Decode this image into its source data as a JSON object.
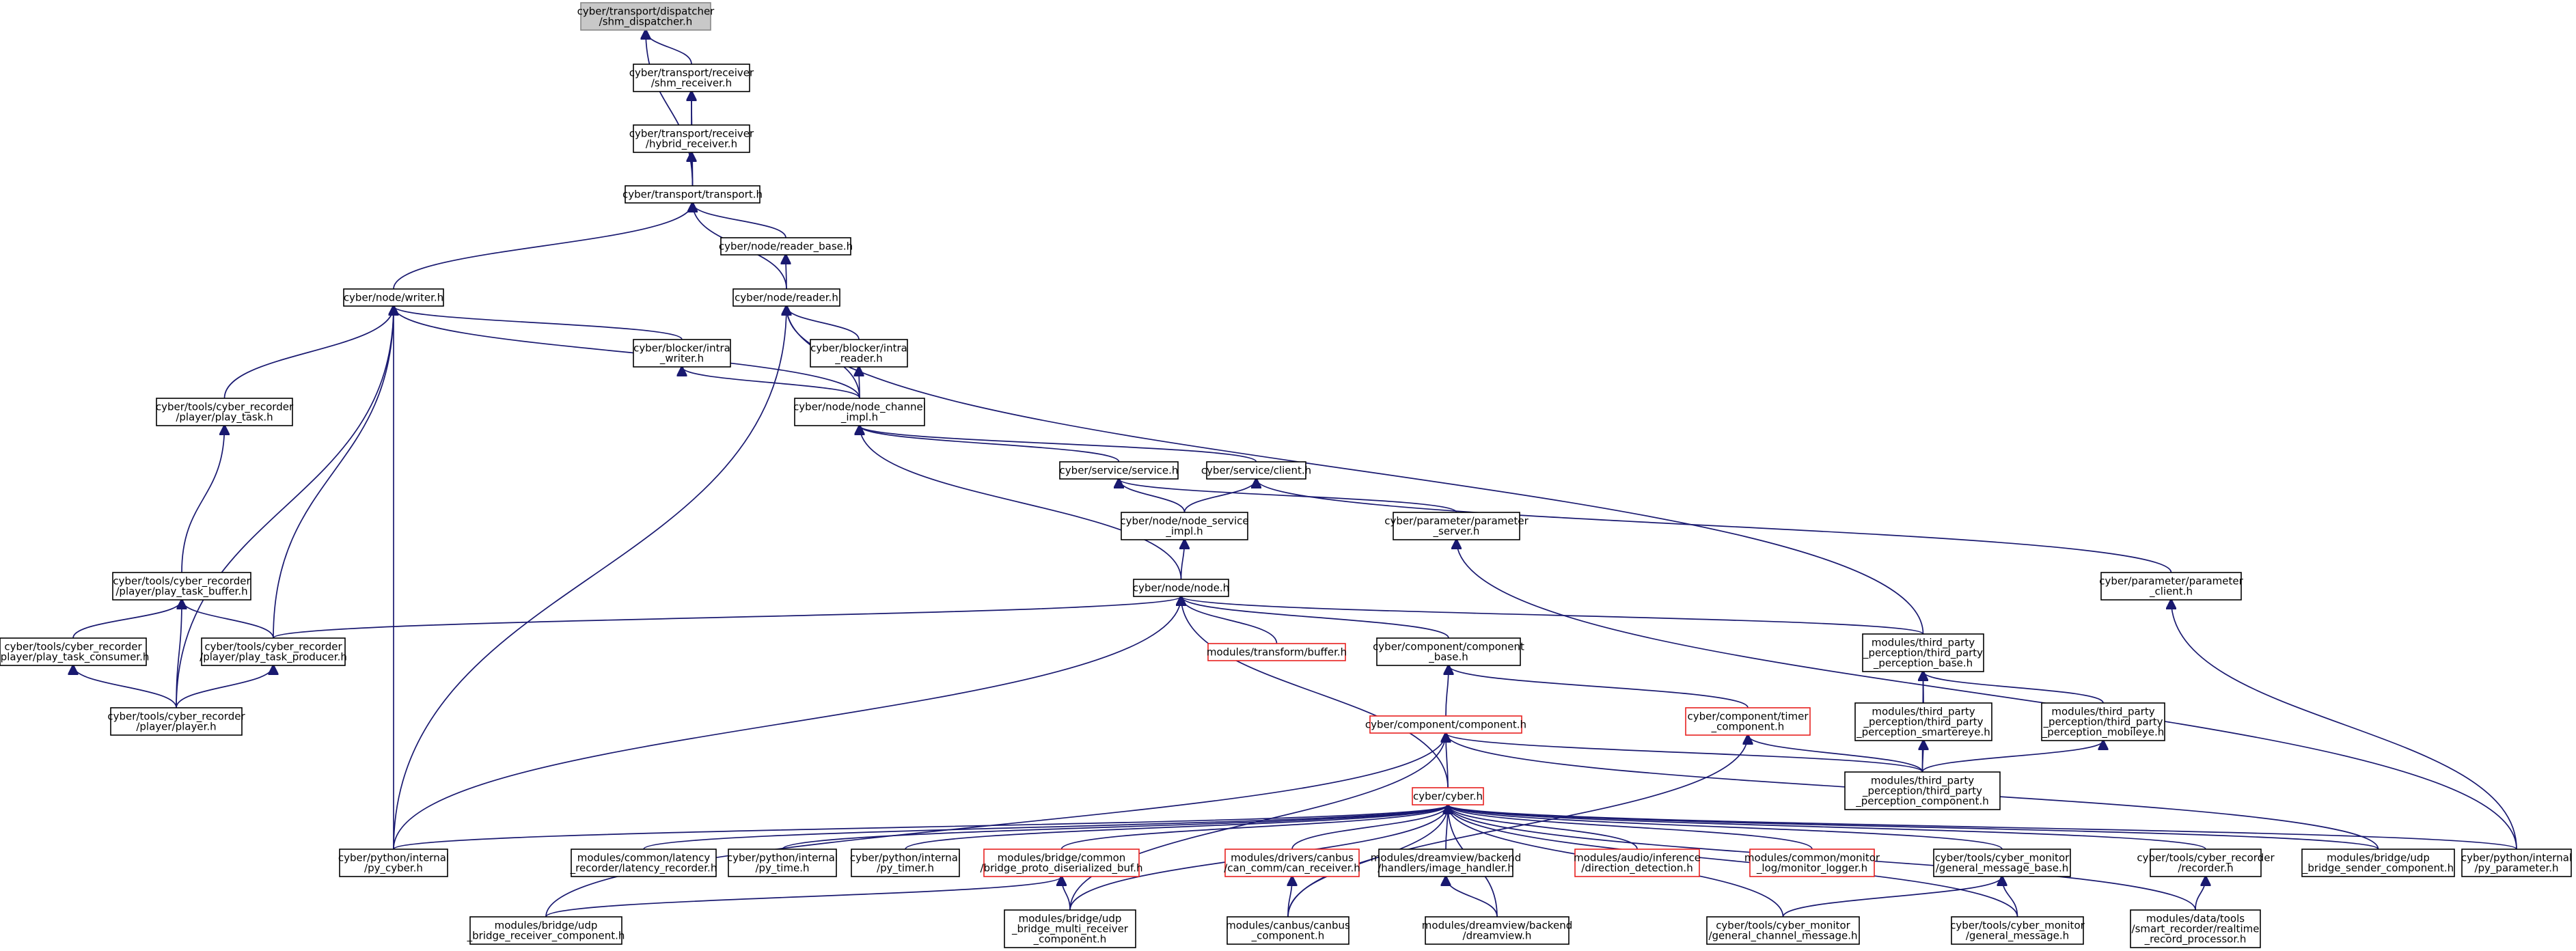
{
  "nodes": [
    {
      "id": "shm_dispatcher",
      "lines": [
        "cyber/transport/dispatcher",
        "/shm_dispatcher.h"
      ],
      "style": "root"
    },
    {
      "id": "shm_receiver",
      "lines": [
        "cyber/transport/receiver",
        "/shm_receiver.h"
      ]
    },
    {
      "id": "hybrid_receiver",
      "lines": [
        "cyber/transport/receiver",
        "/hybrid_receiver.h"
      ]
    },
    {
      "id": "transport",
      "lines": [
        "cyber/transport/transport.h"
      ]
    },
    {
      "id": "reader_base",
      "lines": [
        "cyber/node/reader_base.h"
      ]
    },
    {
      "id": "writer",
      "lines": [
        "cyber/node/writer.h"
      ]
    },
    {
      "id": "reader",
      "lines": [
        "cyber/node/reader.h"
      ]
    },
    {
      "id": "intra_writer",
      "lines": [
        "cyber/blocker/intra",
        "_writer.h"
      ]
    },
    {
      "id": "intra_reader",
      "lines": [
        "cyber/blocker/intra",
        "_reader.h"
      ]
    },
    {
      "id": "play_task",
      "lines": [
        "cyber/tools/cyber_recorder",
        "/player/play_task.h"
      ]
    },
    {
      "id": "node_channel_impl",
      "lines": [
        "cyber/node/node_channel",
        "_impl.h"
      ]
    },
    {
      "id": "service",
      "lines": [
        "cyber/service/service.h"
      ]
    },
    {
      "id": "client",
      "lines": [
        "cyber/service/client.h"
      ]
    },
    {
      "id": "node_service_impl",
      "lines": [
        "cyber/node/node_service",
        "_impl.h"
      ]
    },
    {
      "id": "parameter_server",
      "lines": [
        "cyber/parameter/parameter",
        "_server.h"
      ]
    },
    {
      "id": "parameter_client",
      "lines": [
        "cyber/parameter/parameter",
        "_client.h"
      ]
    },
    {
      "id": "play_task_buffer",
      "lines": [
        "cyber/tools/cyber_recorder",
        "/player/play_task_buffer.h"
      ]
    },
    {
      "id": "node",
      "lines": [
        "cyber/node/node.h"
      ]
    },
    {
      "id": "play_task_consumer",
      "lines": [
        "cyber/tools/cyber_recorder",
        "/player/play_task_consumer.h"
      ]
    },
    {
      "id": "play_task_producer",
      "lines": [
        "cyber/tools/cyber_recorder",
        "/player/play_task_producer.h"
      ]
    },
    {
      "id": "transform_buffer",
      "lines": [
        "modules/transform/buffer.h"
      ],
      "style": "red"
    },
    {
      "id": "component_base",
      "lines": [
        "cyber/component/component",
        "_base.h"
      ]
    },
    {
      "id": "tp_perception_base",
      "lines": [
        "modules/third_party",
        "_perception/third_party",
        "_perception_base.h"
      ]
    },
    {
      "id": "player",
      "lines": [
        "cyber/tools/cyber_recorder",
        "/player/player.h"
      ]
    },
    {
      "id": "component",
      "lines": [
        "cyber/component/component.h"
      ],
      "style": "red"
    },
    {
      "id": "timer_component",
      "lines": [
        "cyber/component/timer",
        "_component.h"
      ],
      "style": "red"
    },
    {
      "id": "tp_smartereye",
      "lines": [
        "modules/third_party",
        "_perception/third_party",
        "_perception_smartereye.h"
      ]
    },
    {
      "id": "tp_mobileye",
      "lines": [
        "modules/third_party",
        "_perception/third_party",
        "_perception_mobileye.h"
      ]
    },
    {
      "id": "tp_component",
      "lines": [
        "modules/third_party",
        "_perception/third_party",
        "_perception_component.h"
      ]
    },
    {
      "id": "cyber",
      "lines": [
        "cyber/cyber.h"
      ],
      "style": "red"
    },
    {
      "id": "py_cyber",
      "lines": [
        "cyber/python/internal",
        "/py_cyber.h"
      ]
    },
    {
      "id": "latency_recorder",
      "lines": [
        "modules/common/latency",
        "_recorder/latency_recorder.h"
      ]
    },
    {
      "id": "py_time",
      "lines": [
        "cyber/python/internal",
        "/py_time.h"
      ]
    },
    {
      "id": "py_timer",
      "lines": [
        "cyber/python/internal",
        "/py_timer.h"
      ]
    },
    {
      "id": "bridge_proto",
      "lines": [
        "modules/bridge/common",
        "/bridge_proto_diserialized_buf.h"
      ],
      "style": "red"
    },
    {
      "id": "can_receiver",
      "lines": [
        "modules/drivers/canbus",
        "/can_comm/can_receiver.h"
      ],
      "style": "red"
    },
    {
      "id": "image_handler",
      "lines": [
        "modules/dreamview/backend",
        "/handlers/image_handler.h"
      ]
    },
    {
      "id": "direction_detection",
      "lines": [
        "modules/audio/inference",
        "/direction_detection.h"
      ],
      "style": "red"
    },
    {
      "id": "monitor_logger",
      "lines": [
        "modules/common/monitor",
        "_log/monitor_logger.h"
      ],
      "style": "red"
    },
    {
      "id": "general_message_base",
      "lines": [
        "cyber/tools/cyber_monitor",
        "/general_message_base.h"
      ]
    },
    {
      "id": "recorder",
      "lines": [
        "cyber/tools/cyber_recorder",
        "/recorder.h"
      ]
    },
    {
      "id": "udp_sender",
      "lines": [
        "modules/bridge/udp",
        "_bridge_sender_component.h"
      ]
    },
    {
      "id": "py_parameter",
      "lines": [
        "cyber/python/internal",
        "/py_parameter.h"
      ]
    },
    {
      "id": "udp_receiver",
      "lines": [
        "modules/bridge/udp",
        "_bridge_receiver_component.h"
      ]
    },
    {
      "id": "udp_multi_receiver",
      "lines": [
        "modules/bridge/udp",
        "_bridge_multi_receiver",
        "_component.h"
      ]
    },
    {
      "id": "canbus_component",
      "lines": [
        "modules/canbus/canbus",
        "_component.h"
      ]
    },
    {
      "id": "dreamview",
      "lines": [
        "modules/dreamview/backend",
        "/dreamview.h"
      ]
    },
    {
      "id": "general_channel_message",
      "lines": [
        "cyber/tools/cyber_monitor",
        "/general_channel_message.h"
      ]
    },
    {
      "id": "general_message",
      "lines": [
        "cyber/tools/cyber_monitor",
        "/general_message.h"
      ]
    },
    {
      "id": "realtime_record_processor",
      "lines": [
        "modules/data/tools",
        "/smart_recorder/realtime",
        "_record_processor.h"
      ]
    }
  ],
  "edges": [
    [
      "shm_receiver",
      "shm_dispatcher"
    ],
    [
      "transport",
      "shm_dispatcher"
    ],
    [
      "hybrid_receiver",
      "shm_receiver"
    ],
    [
      "transport",
      "shm_receiver"
    ],
    [
      "transport",
      "hybrid_receiver"
    ],
    [
      "writer",
      "transport"
    ],
    [
      "reader",
      "transport"
    ],
    [
      "reader_base",
      "transport"
    ],
    [
      "reader",
      "reader_base"
    ],
    [
      "intra_writer",
      "writer"
    ],
    [
      "play_task",
      "writer"
    ],
    [
      "node_channel_impl",
      "writer"
    ],
    [
      "play_task_producer",
      "writer"
    ],
    [
      "player",
      "writer"
    ],
    [
      "py_cyber",
      "writer"
    ],
    [
      "intra_reader",
      "reader"
    ],
    [
      "node_channel_impl",
      "reader"
    ],
    [
      "py_cyber",
      "reader"
    ],
    [
      "tp_perception_base",
      "reader"
    ],
    [
      "node_channel_impl",
      "intra_writer"
    ],
    [
      "node_channel_impl",
      "intra_reader"
    ],
    [
      "play_task_buffer",
      "play_task"
    ],
    [
      "service",
      "node_channel_impl"
    ],
    [
      "client",
      "node_channel_impl"
    ],
    [
      "node",
      "node_channel_impl"
    ],
    [
      "node_service_impl",
      "service"
    ],
    [
      "parameter_server",
      "service"
    ],
    [
      "node_service_impl",
      "client"
    ],
    [
      "parameter_client",
      "client"
    ],
    [
      "node",
      "node_service_impl"
    ],
    [
      "py_parameter",
      "parameter_server"
    ],
    [
      "py_parameter",
      "parameter_client"
    ],
    [
      "play_task_consumer",
      "play_task_buffer"
    ],
    [
      "play_task_producer",
      "play_task_buffer"
    ],
    [
      "player",
      "play_task_buffer"
    ],
    [
      "transform_buffer",
      "node"
    ],
    [
      "component_base",
      "node"
    ],
    [
      "tp_perception_base",
      "node"
    ],
    [
      "play_task_producer",
      "node"
    ],
    [
      "py_cyber",
      "node"
    ],
    [
      "cyber",
      "node"
    ],
    [
      "player",
      "play_task_consumer"
    ],
    [
      "player",
      "play_task_producer"
    ],
    [
      "component",
      "component_base"
    ],
    [
      "timer_component",
      "component_base"
    ],
    [
      "tp_smartereye",
      "tp_perception_base"
    ],
    [
      "tp_mobileye",
      "tp_perception_base"
    ],
    [
      "tp_component",
      "tp_perception_base"
    ],
    [
      "cyber",
      "component"
    ],
    [
      "tp_component",
      "component"
    ],
    [
      "udp_receiver",
      "component"
    ],
    [
      "udp_multi_receiver",
      "component"
    ],
    [
      "udp_sender",
      "component"
    ],
    [
      "tp_component",
      "timer_component"
    ],
    [
      "canbus_component",
      "timer_component"
    ],
    [
      "tp_component",
      "tp_smartereye"
    ],
    [
      "tp_component",
      "tp_mobileye"
    ],
    [
      "py_cyber",
      "cyber"
    ],
    [
      "latency_recorder",
      "cyber"
    ],
    [
      "py_time",
      "cyber"
    ],
    [
      "py_timer",
      "cyber"
    ],
    [
      "bridge_proto",
      "cyber"
    ],
    [
      "can_receiver",
      "cyber"
    ],
    [
      "image_handler",
      "cyber"
    ],
    [
      "direction_detection",
      "cyber"
    ],
    [
      "monitor_logger",
      "cyber"
    ],
    [
      "general_message_base",
      "cyber"
    ],
    [
      "recorder",
      "cyber"
    ],
    [
      "udp_sender",
      "cyber"
    ],
    [
      "py_parameter",
      "cyber"
    ],
    [
      "udp_multi_receiver",
      "cyber"
    ],
    [
      "canbus_component",
      "cyber"
    ],
    [
      "dreamview",
      "cyber"
    ],
    [
      "general_channel_message",
      "cyber"
    ],
    [
      "general_message",
      "cyber"
    ],
    [
      "realtime_record_processor",
      "cyber"
    ],
    [
      "udp_receiver",
      "bridge_proto"
    ],
    [
      "udp_multi_receiver",
      "bridge_proto"
    ],
    [
      "canbus_component",
      "can_receiver"
    ],
    [
      "dreamview",
      "image_handler"
    ],
    [
      "general_channel_message",
      "general_message_base"
    ],
    [
      "general_message",
      "general_message_base"
    ],
    [
      "realtime_record_processor",
      "recorder"
    ]
  ]
}
